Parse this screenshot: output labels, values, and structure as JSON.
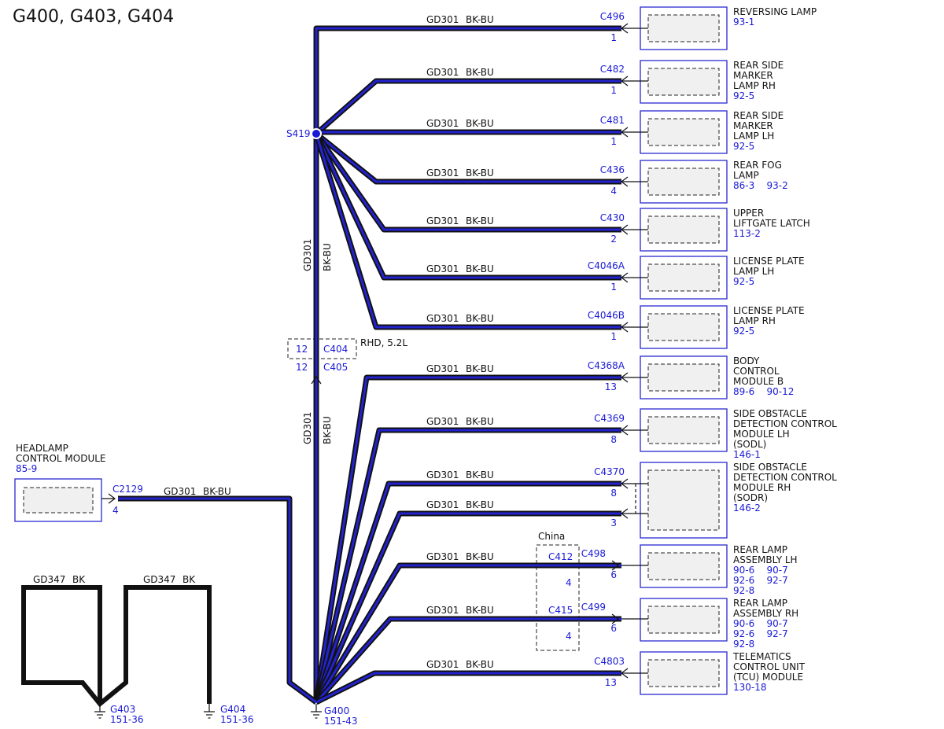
{
  "title": "G400, G403, G404",
  "colors": {
    "wire_core": "#2323d0",
    "label_blue": "#1a1ad6",
    "outline": "#111111"
  },
  "vertical_wires": [
    {
      "circuit": "GD301",
      "color": "BK-BU"
    },
    {
      "circuit": "GD301",
      "color": "BK-BU"
    }
  ],
  "splice": {
    "name": "S419"
  },
  "inline": {
    "top_pin": "12",
    "top_conn": "C404",
    "bot_pin": "12",
    "bot_conn": "C405",
    "note": "RHD, 5.2L"
  },
  "components": [
    {
      "id": "rev",
      "conn": "C496",
      "pins": [
        "1"
      ],
      "name": [
        "REVERSING LAMP"
      ],
      "refs": [
        "93-1"
      ],
      "circuit": "GD301",
      "color": "BK-BU"
    },
    {
      "id": "rsm_rh",
      "conn": "C482",
      "pins": [
        "1"
      ],
      "name": [
        "REAR SIDE",
        "MARKER",
        "LAMP RH"
      ],
      "refs": [
        "92-5"
      ],
      "circuit": "GD301",
      "color": "BK-BU"
    },
    {
      "id": "rsm_lh",
      "conn": "C481",
      "pins": [
        "1"
      ],
      "name": [
        "REAR SIDE",
        "MARKER",
        "LAMP LH"
      ],
      "refs": [
        "92-5"
      ],
      "circuit": "GD301",
      "color": "BK-BU"
    },
    {
      "id": "fog",
      "conn": "C436",
      "pins": [
        "4"
      ],
      "name": [
        "REAR FOG",
        "LAMP"
      ],
      "refs": [
        "86-3    93-2"
      ],
      "circuit": "GD301",
      "color": "BK-BU"
    },
    {
      "id": "latch",
      "conn": "C430",
      "pins": [
        "2"
      ],
      "name": [
        "UPPER",
        "LIFTGATE LATCH"
      ],
      "refs": [
        "113-2"
      ],
      "circuit": "GD301",
      "color": "BK-BU"
    },
    {
      "id": "lp_lh",
      "conn": "C4046A",
      "pins": [
        "1"
      ],
      "name": [
        "LICENSE PLATE",
        "LAMP LH"
      ],
      "refs": [
        "92-5"
      ],
      "circuit": "GD301",
      "color": "BK-BU"
    },
    {
      "id": "lp_rh",
      "conn": "C4046B",
      "pins": [
        "1"
      ],
      "name": [
        "LICENSE PLATE",
        "LAMP RH"
      ],
      "refs": [
        "92-5"
      ],
      "circuit": "GD301",
      "color": "BK-BU"
    },
    {
      "id": "bcm",
      "conn": "C4368A",
      "pins": [
        "13"
      ],
      "name": [
        "BODY",
        "CONTROL",
        "MODULE B"
      ],
      "refs": [
        "89-6    90-12"
      ],
      "circuit": "GD301",
      "color": "BK-BU"
    },
    {
      "id": "sodl",
      "conn": "C4369",
      "pins": [
        "8"
      ],
      "name": [
        "SIDE OBSTACLE",
        "DETECTION CONTROL",
        "MODULE LH",
        "(SODL)"
      ],
      "refs": [
        "146-1"
      ],
      "circuit": "GD301",
      "color": "BK-BU"
    },
    {
      "id": "sodr",
      "conn": "C4370",
      "pins": [
        "8",
        "3"
      ],
      "name": [
        "SIDE OBSTACLE",
        "DETECTION CONTROL",
        "MODULE RH",
        "(SODR)"
      ],
      "refs": [
        "146-2"
      ],
      "circuit": "GD301",
      "color": "BK-BU",
      "circuit2": "GD301",
      "color2": "BK-BU"
    },
    {
      "id": "rla_lh",
      "conn": "C498",
      "pins": [
        "6"
      ],
      "name": [
        "REAR LAMP",
        "ASSEMBLY LH"
      ],
      "refs": [
        "90-6    90-7",
        "92-6    92-7",
        "92-8"
      ],
      "circuit": "GD301",
      "color": "BK-BU",
      "inline_conn": "C412",
      "inline_pin": "4"
    },
    {
      "id": "rla_rh",
      "conn": "C499",
      "pins": [
        "6"
      ],
      "name": [
        "REAR LAMP",
        "ASSEMBLY RH"
      ],
      "refs": [
        "90-6    90-7",
        "92-6    92-7",
        "92-8"
      ],
      "circuit": "GD301",
      "color": "BK-BU",
      "inline_conn": "C415",
      "inline_pin": "4"
    },
    {
      "id": "tcu",
      "conn": "C4803",
      "pins": [
        "13"
      ],
      "name": [
        "TELEMATICS",
        "CONTROL UNIT",
        "(TCU) MODULE"
      ],
      "refs": [
        "130-18"
      ],
      "circuit": "GD301",
      "color": "BK-BU"
    }
  ],
  "china_label": "China",
  "headlamp": {
    "name": [
      "HEADLAMP",
      "CONTROL MODULE"
    ],
    "ref": "85-9",
    "conn": "C2129",
    "pin": "4",
    "circuit": "GD301",
    "color": "BK-BU"
  },
  "grounds": [
    {
      "id": "G400",
      "ref": "151-43"
    },
    {
      "id": "G403",
      "ref": "151-36"
    },
    {
      "id": "G404",
      "ref": "151-36"
    }
  ],
  "bk_wires": [
    {
      "circuit": "GD347",
      "color": "BK"
    },
    {
      "circuit": "GD347",
      "color": "BK"
    }
  ]
}
